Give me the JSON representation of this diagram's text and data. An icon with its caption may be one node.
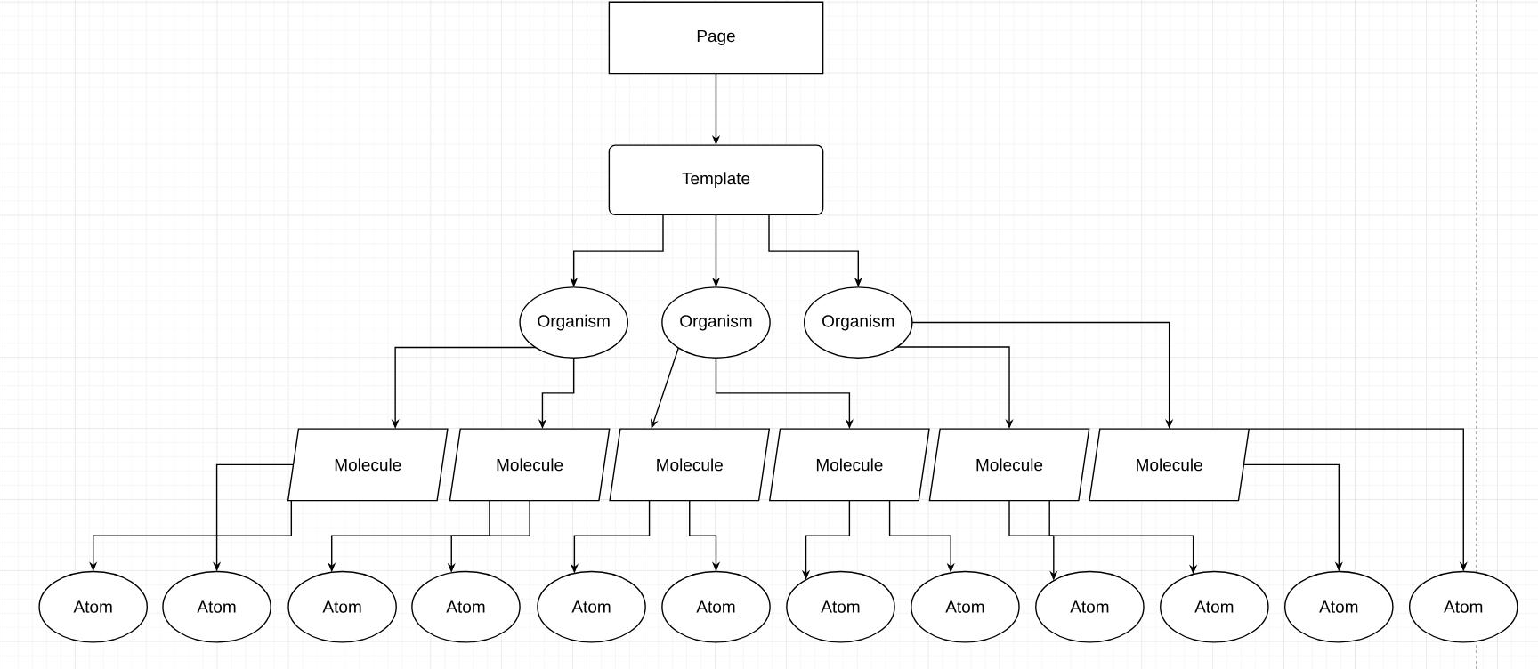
{
  "diagram": {
    "nodes": [
      {
        "text": [
          "Page"
        ]
      },
      {
        "text": [
          "Template"
        ]
      },
      {
        "text": [
          "Organism"
        ]
      },
      {
        "text": [
          "Organism"
        ]
      },
      {
        "text": [
          "Organism"
        ]
      },
      {
        "text": [
          "Molecule"
        ]
      },
      {
        "text": [
          "Molecule"
        ]
      },
      {
        "text": [
          "Molecule"
        ]
      },
      {
        "text": [
          "Molecule"
        ]
      },
      {
        "text": [
          "Molecule"
        ]
      },
      {
        "text": [
          "Molecule"
        ]
      },
      {
        "text": [
          "Atom"
        ]
      },
      {
        "text": [
          "Atom"
        ]
      },
      {
        "text": [
          "Atom"
        ]
      },
      {
        "text": [
          "Atom"
        ]
      },
      {
        "text": [
          "Atom"
        ]
      },
      {
        "text": [
          "Atom"
        ]
      },
      {
        "text": [
          "Atom"
        ]
      },
      {
        "text": [
          "Atom"
        ]
      },
      {
        "text": [
          "Atom"
        ]
      },
      {
        "text": [
          "Atom"
        ]
      },
      {
        "text": [
          "Atom"
        ]
      },
      {
        "text": [
          "Atom"
        ]
      }
    ],
    "edges": [
      {
        "from": 0,
        "to": 1,
        "arrow": "to"
      },
      {
        "from": 1,
        "to": 2,
        "arrow": "to"
      },
      {
        "from": 1,
        "to": 3,
        "arrow": "to"
      },
      {
        "from": 1,
        "to": 4,
        "arrow": "to"
      },
      {
        "from": 2,
        "to": 5,
        "arrow": "to"
      },
      {
        "from": 2,
        "to": 6,
        "arrow": "to"
      },
      {
        "from": 3,
        "to": 7,
        "arrow": "to"
      },
      {
        "from": 3,
        "to": 8,
        "arrow": "to"
      },
      {
        "from": 4,
        "to": 9,
        "arrow": "to"
      },
      {
        "from": 4,
        "to": 10,
        "arrow": "to"
      },
      {
        "from": 5,
        "to": 12,
        "arrow": "to"
      },
      {
        "from": 5,
        "to": 11,
        "arrow": "to"
      },
      {
        "from": 6,
        "to": 13,
        "arrow": "to"
      },
      {
        "from": 6,
        "to": 14,
        "arrow": "to"
      },
      {
        "from": 7,
        "to": 15,
        "arrow": "to"
      },
      {
        "from": 7,
        "to": 16,
        "arrow": "to"
      },
      {
        "from": 8,
        "to": 17,
        "arrow": "to"
      },
      {
        "from": 8,
        "to": 18,
        "arrow": "to"
      },
      {
        "from": 9,
        "to": 19,
        "arrow": "to"
      },
      {
        "from": 9,
        "to": 20,
        "arrow": "to"
      },
      {
        "from": 10,
        "to": 21,
        "arrow": "to"
      },
      {
        "from": 10,
        "to": 22,
        "arrow": "to"
      }
    ]
  }
}
